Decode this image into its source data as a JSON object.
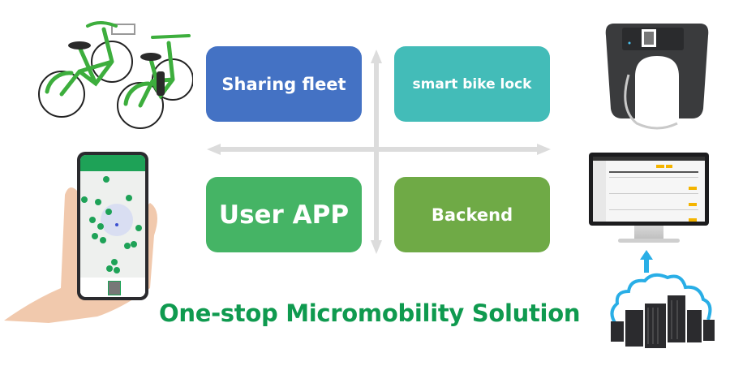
{
  "diagram": {
    "quadrants": [
      {
        "label": "Sharing fleet",
        "color": "#4472c4",
        "image": "green-bicycles"
      },
      {
        "label": "smart bike lock",
        "color": "#43bcb8",
        "image": "smart-bike-lock"
      },
      {
        "label": "User APP",
        "color": "#45b465",
        "image": "smartphone-app-map"
      },
      {
        "label": "Backend",
        "color": "#6faa46",
        "image": "monitor-dashboard"
      }
    ],
    "axes": {
      "color": "#dcdcdc",
      "horizontal": "bidirectional-arrow",
      "vertical": "bidirectional-arrow"
    },
    "tagline": "One-stop Micromobility Solution",
    "tagline_color": "#0f9a4f",
    "cloud_server": {
      "image": "cloud-servers",
      "arrow_color": "#29aee6"
    }
  }
}
